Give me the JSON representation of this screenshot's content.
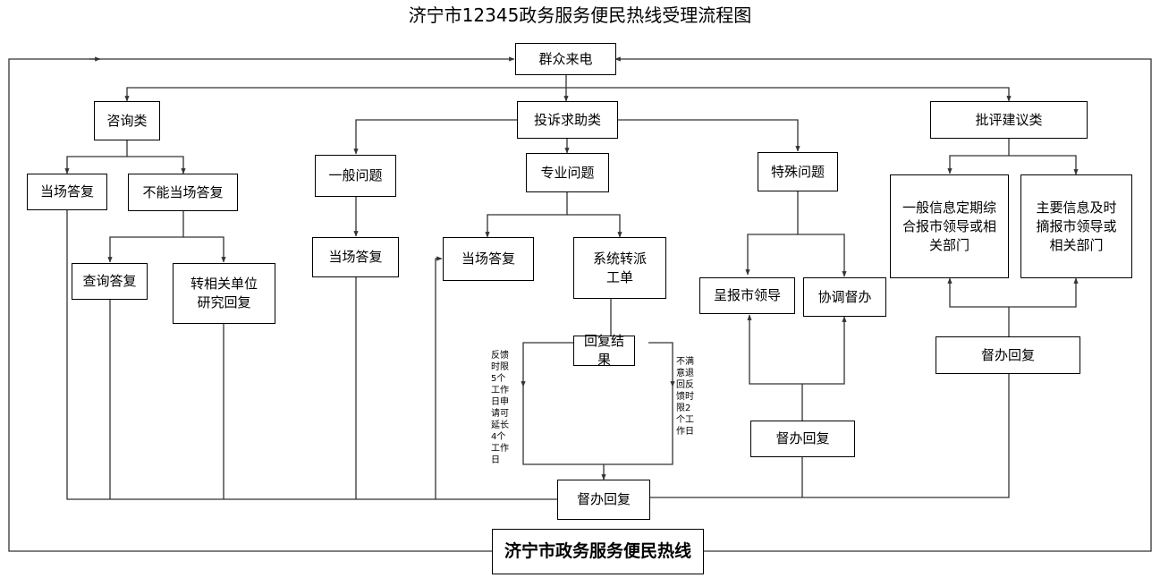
{
  "title": "济宁市12345政务服务便民热线受理流程图",
  "nodes": {
    "caller": "群众来电",
    "consult": "咨询类",
    "complaint": "投诉求助类",
    "suggestion": "批评建议类",
    "consult_onsite": "当场答复",
    "consult_cannot": "不能当场答复",
    "consult_query": "查询答复",
    "consult_transfer": "转相关单位研究回复",
    "general_issue": "一般问题",
    "general_onsite": "当场答复",
    "pro_issue": "专业问题",
    "pro_onsite": "当场答复",
    "pro_dispatch": "系统转派工单",
    "pro_result": "回复结果",
    "special_issue": "特殊问题",
    "special_report": "呈报市领导",
    "special_coord": "协调督办",
    "special_supervise": "督办回复",
    "sugg_general": "一般信息定期综合报市领导或相关部门",
    "sugg_major": "主要信息及时摘报市领导或相关部门",
    "sugg_supervise": "督办回复",
    "main_supervise": "督办回复",
    "hotline": "济宁市政务服务便民热线"
  },
  "notes": {
    "left": "反馈时限5个工作日申请可延长4个工作日",
    "right": "不满意退回反馈时限2个工作日"
  }
}
